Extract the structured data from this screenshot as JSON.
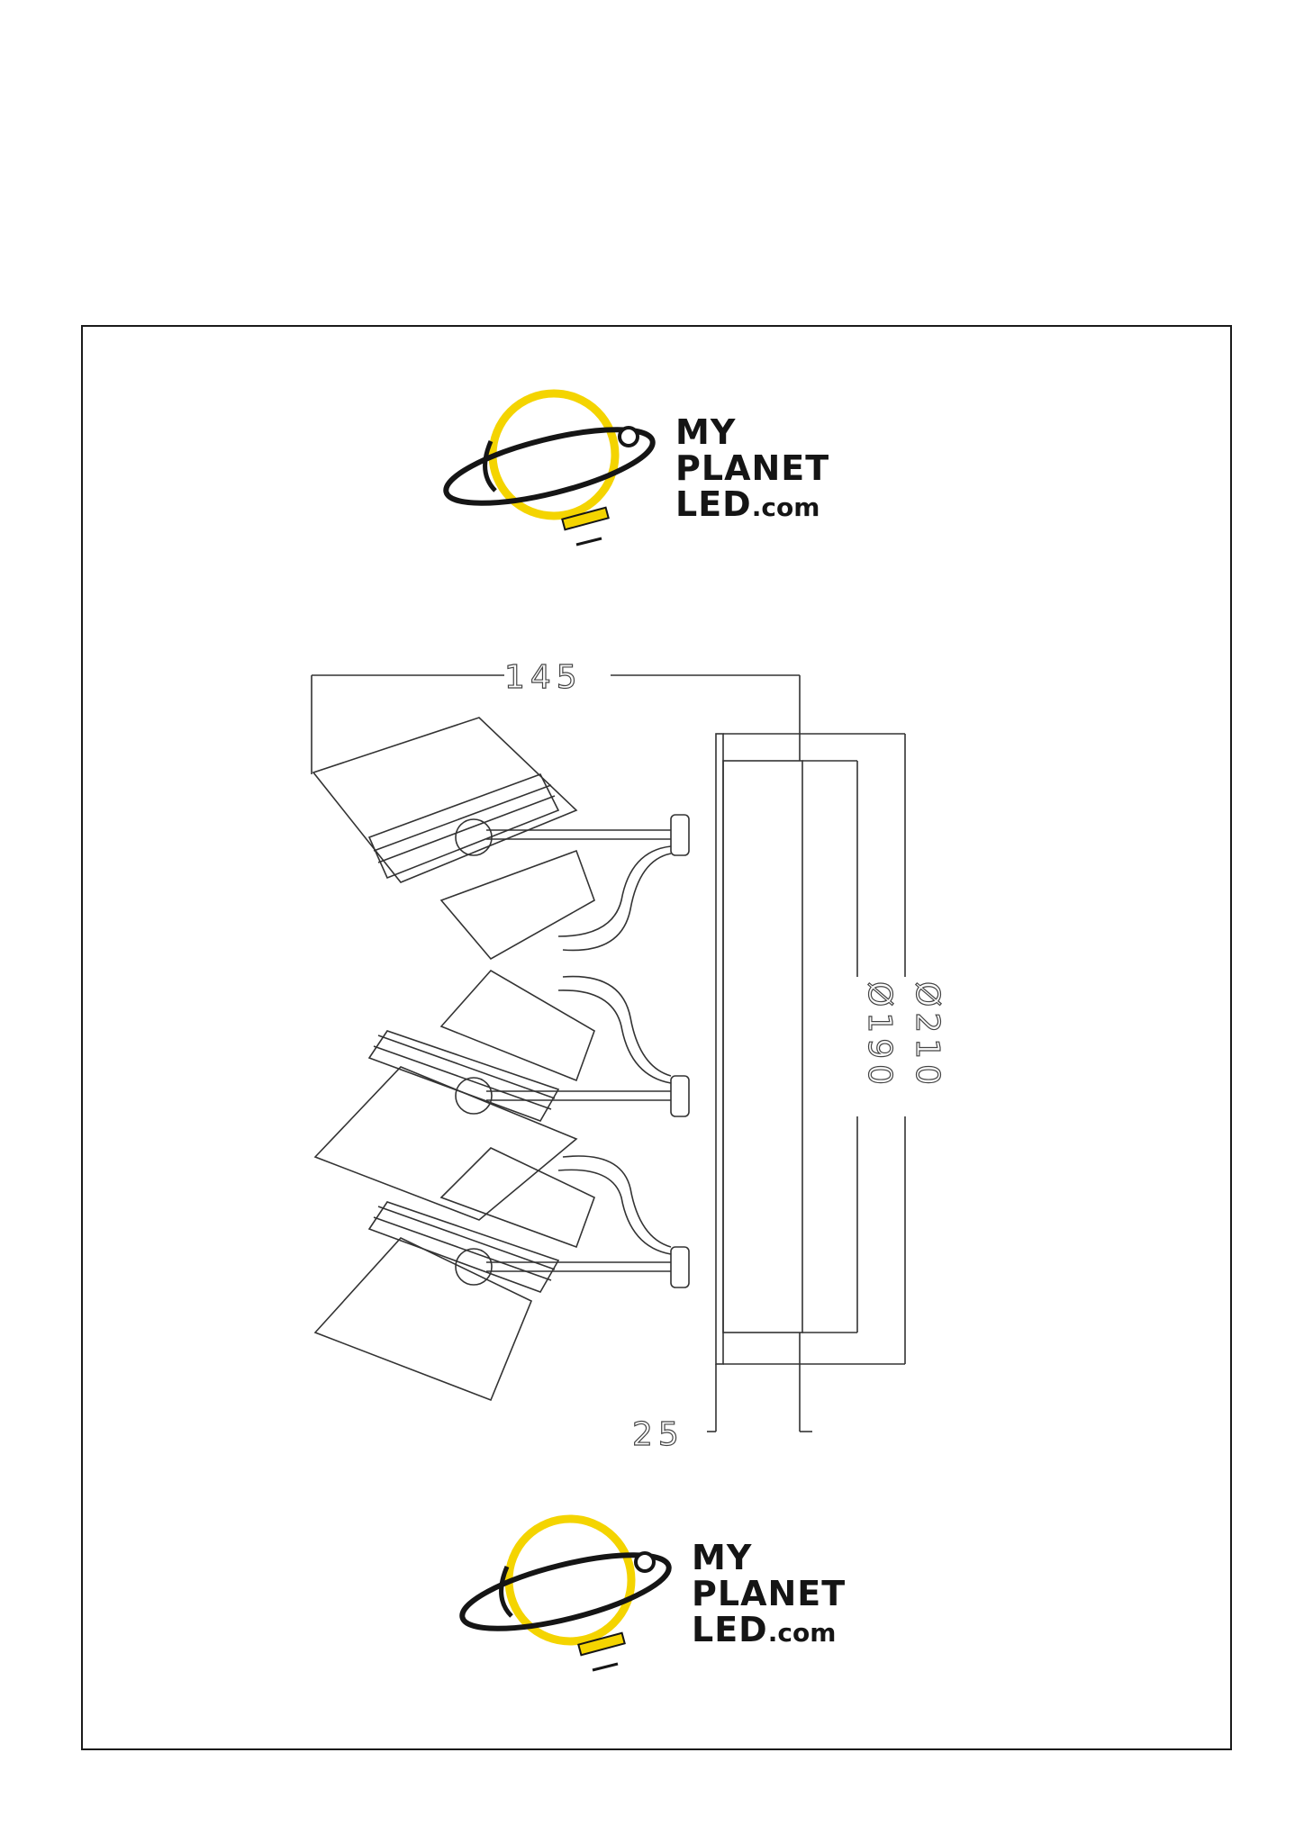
{
  "brand": {
    "line1": "MY",
    "line2": "PLANET",
    "line3": "LED",
    "suffix": ".com",
    "colors": {
      "accent": "#f4d400",
      "ink": "#151515"
    }
  },
  "dimensions": {
    "width": "145",
    "depth": "25",
    "inner_diameter": "Ø190",
    "outer_diameter": "Ø210"
  }
}
